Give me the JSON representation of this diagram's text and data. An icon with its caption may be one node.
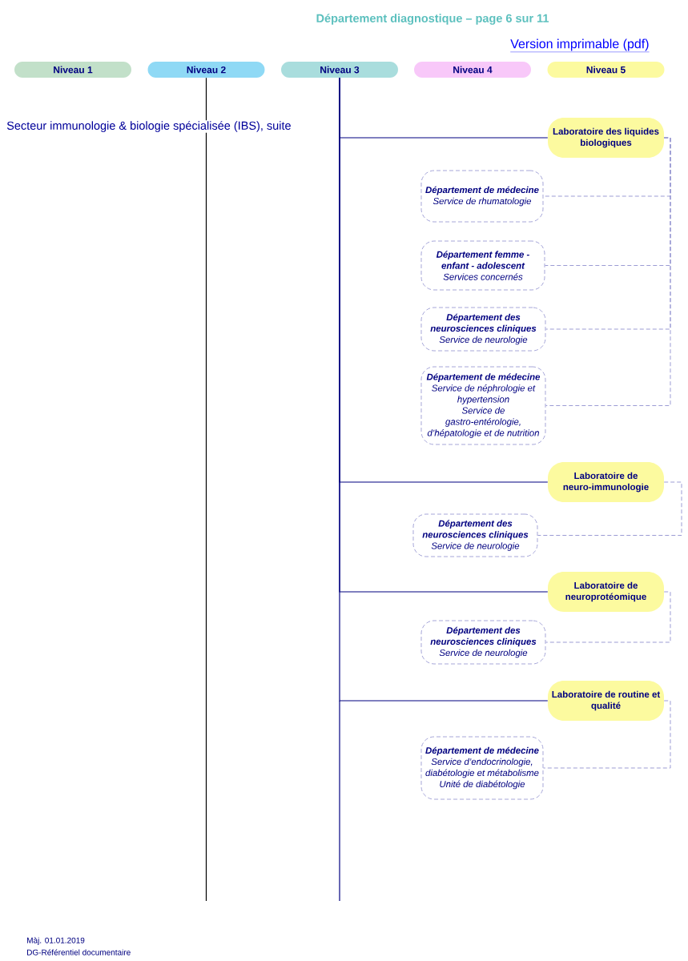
{
  "diagram": {
    "title": "Département diagnostique – page 6 sur 11",
    "nodes": [
      {
        "text": [
          "Niveau 1"
        ]
      },
      {
        "text": [
          "Niveau 2"
        ]
      },
      {
        "text": [
          "Niveau 3"
        ]
      },
      {
        "text": [
          "Niveau 4"
        ]
      },
      {
        "text": [
          "Niveau 5"
        ]
      },
      {
        "text": [
          "Laboratoire des liquides biologiques"
        ]
      },
      {
        "text": [
          "Département de médecine",
          "Service de rhumatologie"
        ]
      },
      {
        "text": [
          "Département femme - enfant - adolescent",
          "Services concernés"
        ]
      },
      {
        "text": [
          "Département des neurosciences cliniques",
          "Service de neurologie"
        ]
      },
      {
        "text": [
          "Département de médecine",
          "Service de néphrologie et hypertension",
          "Service de gastro-entérologie, d’hépatologie et de nutrition"
        ]
      },
      {
        "text": [
          "Laboratoire de neuro-immunologie"
        ]
      },
      {
        "text": [
          "Département des neurosciences cliniques",
          "Service de neurologie"
        ]
      },
      {
        "text": [
          "Laboratoire de neuroprotéomique"
        ]
      },
      {
        "text": [
          "Département des neurosciences cliniques",
          "Service de neurologie"
        ]
      },
      {
        "text": [
          "Laboratoire de routine et qualité"
        ]
      },
      {
        "text": [
          "Département de médecine",
          "Service d’endocrinologie, diabétologie et métabolisme",
          "Unité de diabétologie"
        ]
      }
    ],
    "edges": [
      {
        "from": 1,
        "to": null,
        "arrow": "none",
        "color": "#000000"
      },
      {
        "from": 2,
        "to": 5,
        "arrow": "none",
        "color": "#000080"
      },
      {
        "from": 2,
        "to": 10,
        "arrow": "none",
        "color": "#000080"
      },
      {
        "from": 2,
        "to": 12,
        "arrow": "none",
        "color": "#000080"
      },
      {
        "from": 2,
        "to": 14,
        "arrow": "none",
        "color": "#000080"
      },
      {
        "from": 5,
        "to": 6,
        "arrow": "none",
        "style": "dashed"
      },
      {
        "from": 5,
        "to": 7,
        "arrow": "none",
        "style": "dashed"
      },
      {
        "from": 5,
        "to": 8,
        "arrow": "none",
        "style": "dashed"
      },
      {
        "from": 5,
        "to": 9,
        "arrow": "none",
        "style": "dashed"
      },
      {
        "from": 10,
        "to": 11,
        "arrow": "none",
        "style": "dashed"
      },
      {
        "from": 12,
        "to": 13,
        "arrow": "none",
        "style": "dashed"
      },
      {
        "from": 14,
        "to": 15,
        "arrow": "none",
        "style": "dashed"
      }
    ],
    "labels": [
      "Version imprimable (pdf)",
      "Secteur immunologie & biologie spécialisée (IBS), suite",
      "Màj. 01.01.2019",
      "DG-Référentiel documentaire"
    ]
  }
}
